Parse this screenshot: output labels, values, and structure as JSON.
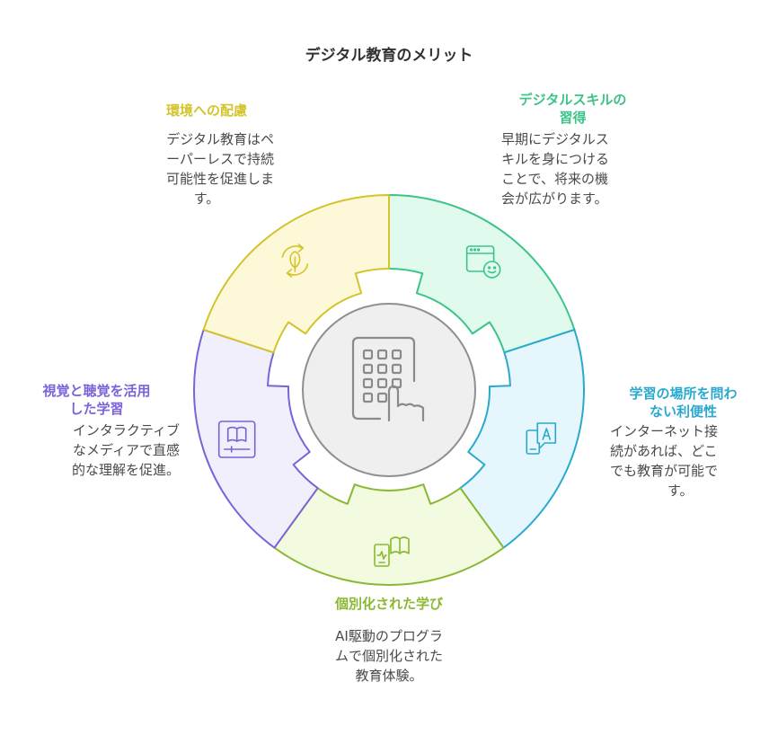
{
  "title": "デジタル教育のメリット",
  "segments": [
    {
      "id": "environment",
      "title": "環境への配慮",
      "desc_lines": [
        "デジタル教育はペ",
        "ーパーレスで持続",
        "可能性を促進しま",
        "す。"
      ],
      "color": "#d4c42b",
      "fill": "#fdf8d7",
      "icon": "recycle-leaf-icon"
    },
    {
      "id": "digital-skills",
      "title_lines": [
        "デジタルスキルの",
        "習得"
      ],
      "desc_lines": [
        "早期にデジタルス",
        "キルを身につける",
        "ことで、将来の機",
        "会が広がります。"
      ],
      "color": "#3cc488",
      "fill": "#e1faee",
      "icon": "browser-user-icon"
    },
    {
      "id": "location",
      "title_lines": [
        "学習の場所を問わ",
        "ない利便性"
      ],
      "desc_lines": [
        "インターネット接",
        "続があれば、どこ",
        "でも教育が可能で",
        "す。"
      ],
      "color": "#2aa9cf",
      "fill": "#e5f6fc",
      "icon": "mobile-chat-icon"
    },
    {
      "id": "personalized",
      "title": "個別化された学び",
      "desc_lines": [
        "AI駆動のプログラ",
        "ムで個別化された",
        "教育体験。"
      ],
      "color": "#8ab833",
      "fill": "#f2fadf",
      "icon": "tablet-book-icon"
    },
    {
      "id": "audiovisual",
      "title_lines": [
        "視覚と聴覚を活用",
        "した学習"
      ],
      "desc_lines": [
        "インタラクティブ",
        "なメディアで直感",
        "的な理解を促進。"
      ],
      "color": "#7b62d8",
      "fill": "#f1effc",
      "icon": "book-player-icon"
    }
  ],
  "center": {
    "icon": "tablet-touch-icon",
    "fill": "#efefef",
    "stroke": "#8f8f8f"
  }
}
